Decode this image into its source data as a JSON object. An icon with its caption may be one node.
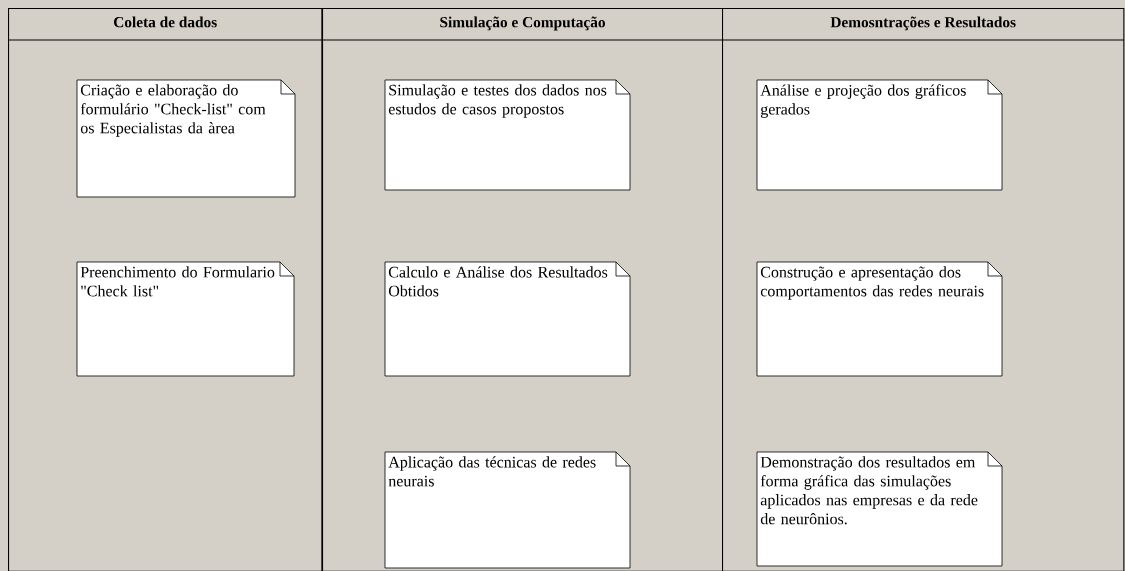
{
  "diagram": {
    "nodes": [
      {
        "text": [
          "Coleta de dados"
        ]
      },
      {
        "text": [
          "Simulação e Computação"
        ]
      },
      {
        "text": [
          "Demosntrações e Resultados"
        ]
      },
      {
        "text": [
          "Criação e elaboração do formulário \"Check-list\" com os Especialistas da àrea"
        ],
        "in": 0
      },
      {
        "text": [
          "Preenchimento do Formulario \"Check list\""
        ],
        "in": 0
      },
      {
        "text": [
          "Simulação e testes dos dados nos estudos de casos propostos"
        ],
        "in": 1
      },
      {
        "text": [
          "Calculo e Análise dos Resultados Obtidos"
        ],
        "in": 1
      },
      {
        "text": [
          "Aplicação das técnicas de redes neurais"
        ],
        "in": 1
      },
      {
        "text": [
          "Análise e projeção dos gráficos gerados"
        ],
        "in": 2
      },
      {
        "text": [
          "Construção e apresentação dos comportamentos das redes neurais"
        ],
        "in": 2
      },
      {
        "text": [
          "Demonstração dos resultados em forma gráfica das simulações aplicados nas empresas e da rede de neurônios."
        ],
        "in": 2
      }
    ],
    "edges": []
  }
}
